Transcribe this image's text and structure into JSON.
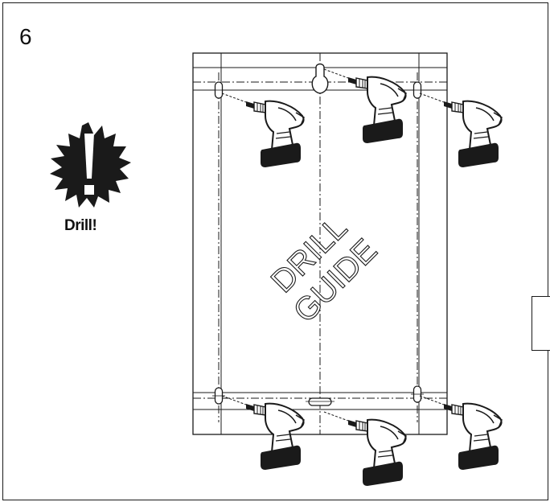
{
  "step": {
    "number": "6"
  },
  "warning": {
    "icon": "exclamation-burst-icon",
    "label": "Drill!"
  },
  "guide": {
    "line1": "DRILL",
    "line2": "GUIDE"
  },
  "tool": {
    "icon": "power-drill-icon",
    "count": 6
  },
  "colors": {
    "ink": "#1a1a1a",
    "paper": "#ffffff"
  }
}
